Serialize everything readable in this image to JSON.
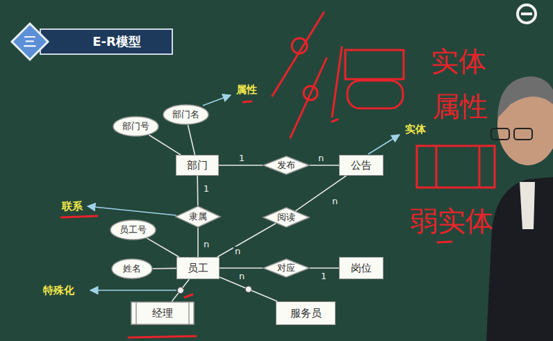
{
  "diagram": {
    "title": "E-R模型",
    "nodes": [
      {
        "text": [
          "部门号"
        ]
      },
      {
        "text": [
          "部门名"
        ]
      },
      {
        "text": [
          "部门"
        ]
      },
      {
        "text": [
          "发布"
        ]
      },
      {
        "text": [
          "公告"
        ]
      },
      {
        "text": [
          "隶属"
        ]
      },
      {
        "text": [
          "阅读"
        ]
      },
      {
        "text": [
          "员工号"
        ]
      },
      {
        "text": [
          "姓名"
        ]
      },
      {
        "text": [
          "员工"
        ]
      },
      {
        "text": [
          "对应"
        ]
      },
      {
        "text": [
          "岗位"
        ]
      },
      {
        "text": [
          "经理"
        ]
      },
      {
        "text": [
          "服务员"
        ]
      }
    ],
    "edges": [
      {
        "from": 0,
        "to": 2,
        "arrow": "none"
      },
      {
        "from": 1,
        "to": 2,
        "arrow": "none"
      },
      {
        "from": 2,
        "to": 3,
        "label": "1",
        "arrow": "none"
      },
      {
        "from": 3,
        "to": 4,
        "label": "n",
        "arrow": "none"
      },
      {
        "from": 2,
        "to": 5,
        "label": "1",
        "arrow": "none"
      },
      {
        "from": 5,
        "to": 9,
        "label": "n",
        "arrow": "none"
      },
      {
        "from": 9,
        "to": 6,
        "label": "n",
        "arrow": "none"
      },
      {
        "from": 6,
        "to": 4,
        "label": "n",
        "arrow": "none"
      },
      {
        "from": 7,
        "to": 9,
        "arrow": "none"
      },
      {
        "from": 8,
        "to": 9,
        "arrow": "none"
      },
      {
        "from": 9,
        "to": 10,
        "label": "n",
        "arrow": "none"
      },
      {
        "from": 10,
        "to": 11,
        "label": "1",
        "arrow": "none"
      },
      {
        "from": 9,
        "to": 12,
        "arrow": "none"
      },
      {
        "from": 9,
        "to": 13,
        "arrow": "none"
      }
    ],
    "labels": [
      "三",
      "属性",
      "实体",
      "联系",
      "特殊化",
      "实体",
      "属性",
      "弱实体"
    ]
  }
}
